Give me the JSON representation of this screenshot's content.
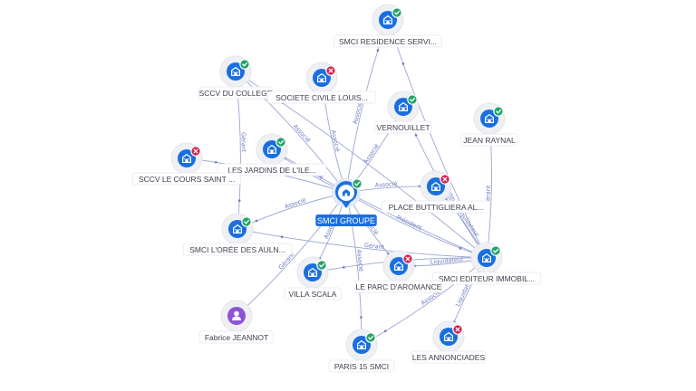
{
  "colors": {
    "company": "#1a6fe0",
    "person": "#8e54d6",
    "active_badge": "#21a366",
    "inactive_badge": "#d81e4a",
    "edge": "#8a97c9"
  },
  "icons": {
    "company": "building-icon",
    "person": "person-icon",
    "active": "check-icon",
    "inactive": "cross-icon"
  },
  "center": {
    "id": "smci-groupe",
    "label": "SMCI GROUPE",
    "status": "active"
  },
  "nodes": [
    {
      "id": "smci-residence",
      "label": "SMCI RESIDENCE SERVI...",
      "type": "company",
      "status": "active"
    },
    {
      "id": "sccv-du-college",
      "label": "SCCV DU COLLEGE",
      "type": "company",
      "status": "active"
    },
    {
      "id": "societe-civile-louis",
      "label": "SOCIETE CIVILE LOUIS...",
      "type": "company",
      "status": "inactive"
    },
    {
      "id": "vernouillet",
      "label": "VERNOUILLET",
      "type": "company",
      "status": "active"
    },
    {
      "id": "jean-raynal",
      "label": "JEAN RAYNAL",
      "type": "company",
      "status": "active"
    },
    {
      "id": "les-jardins",
      "label": "LES JARDINS DE L'ILE...",
      "type": "company",
      "status": "active"
    },
    {
      "id": "sccv-le-cours",
      "label": "SCCV LE COURS SAINT ...",
      "type": "company",
      "status": "inactive"
    },
    {
      "id": "place-buttigliera",
      "label": "PLACE BUTTIGLIERA AL...",
      "type": "company",
      "status": "inactive"
    },
    {
      "id": "smci-loree",
      "label": "SMCI L'ORÉE DES AULN...",
      "type": "company",
      "status": "active"
    },
    {
      "id": "smci-editeur",
      "label": "SMCI EDITEUR IMMOBIL...",
      "type": "company",
      "status": "active"
    },
    {
      "id": "villa-scala",
      "label": "VILLA SCALA",
      "type": "company",
      "status": "active"
    },
    {
      "id": "le-parc-daromance",
      "label": "LE PARC D'AROMANCE",
      "type": "company",
      "status": "inactive"
    },
    {
      "id": "fabrice-jeannot",
      "label": "Fabrice JEANNOT",
      "type": "person",
      "status": "none"
    },
    {
      "id": "paris-15-smci",
      "label": "PARIS 15 SMCI",
      "type": "company",
      "status": "active"
    },
    {
      "id": "les-annonciades",
      "label": "LES ANNONCIADES",
      "type": "company",
      "status": "inactive"
    }
  ],
  "edges": [
    {
      "from": "smci-groupe",
      "to": "smci-residence",
      "label": "Associé"
    },
    {
      "from": "smci-groupe",
      "to": "sccv-du-college",
      "label": "Associé"
    },
    {
      "from": "smci-groupe",
      "to": "societe-civile-louis",
      "label": "Associé"
    },
    {
      "from": "smci-groupe",
      "to": "vernouillet",
      "label": "Associé"
    },
    {
      "from": "smci-groupe",
      "to": "les-jardins",
      "label": "Associé"
    },
    {
      "from": "smci-groupe",
      "to": "sccv-le-cours",
      "label": "Associé"
    },
    {
      "from": "smci-groupe",
      "to": "place-buttigliera",
      "label": "Associé"
    },
    {
      "from": "smci-groupe",
      "to": "smci-loree",
      "label": "Associé"
    },
    {
      "from": "smci-groupe",
      "to": "villa-scala",
      "label": "Associé"
    },
    {
      "from": "smci-groupe",
      "to": "le-parc-daromance",
      "label": "Associé"
    },
    {
      "from": "smci-groupe",
      "to": "paris-15-smci",
      "label": "Associé"
    },
    {
      "from": "smci-groupe",
      "to": "smci-editeur",
      "label": "Président"
    },
    {
      "from": "smci-editeur",
      "to": "smci-residence",
      "label": ""
    },
    {
      "from": "smci-editeur",
      "to": "jean-raynal",
      "label": "Gérant"
    },
    {
      "from": "smci-editeur",
      "to": "vernouillet",
      "label": "Liquidateur"
    },
    {
      "from": "smci-editeur",
      "to": "place-buttigliera",
      "label": "Liquidateur"
    },
    {
      "from": "smci-editeur",
      "to": "les-jardins",
      "label": ""
    },
    {
      "from": "smci-editeur",
      "to": "sccv-du-college",
      "label": ""
    },
    {
      "from": "smci-editeur",
      "to": "smci-loree",
      "label": "Gérant"
    },
    {
      "from": "smci-editeur",
      "to": "villa-scala",
      "label": ""
    },
    {
      "from": "smci-editeur",
      "to": "le-parc-daromance",
      "label": "Liquidateur"
    },
    {
      "from": "smci-editeur",
      "to": "les-annonciades",
      "label": "Liquidateur"
    },
    {
      "from": "smci-editeur",
      "to": "paris-15-smci",
      "label": "Associé"
    },
    {
      "from": "fabrice-jeannot",
      "to": "smci-groupe",
      "label": "Gérant"
    },
    {
      "from": "sccv-du-college",
      "to": "smci-loree",
      "label": "Gérant"
    }
  ]
}
